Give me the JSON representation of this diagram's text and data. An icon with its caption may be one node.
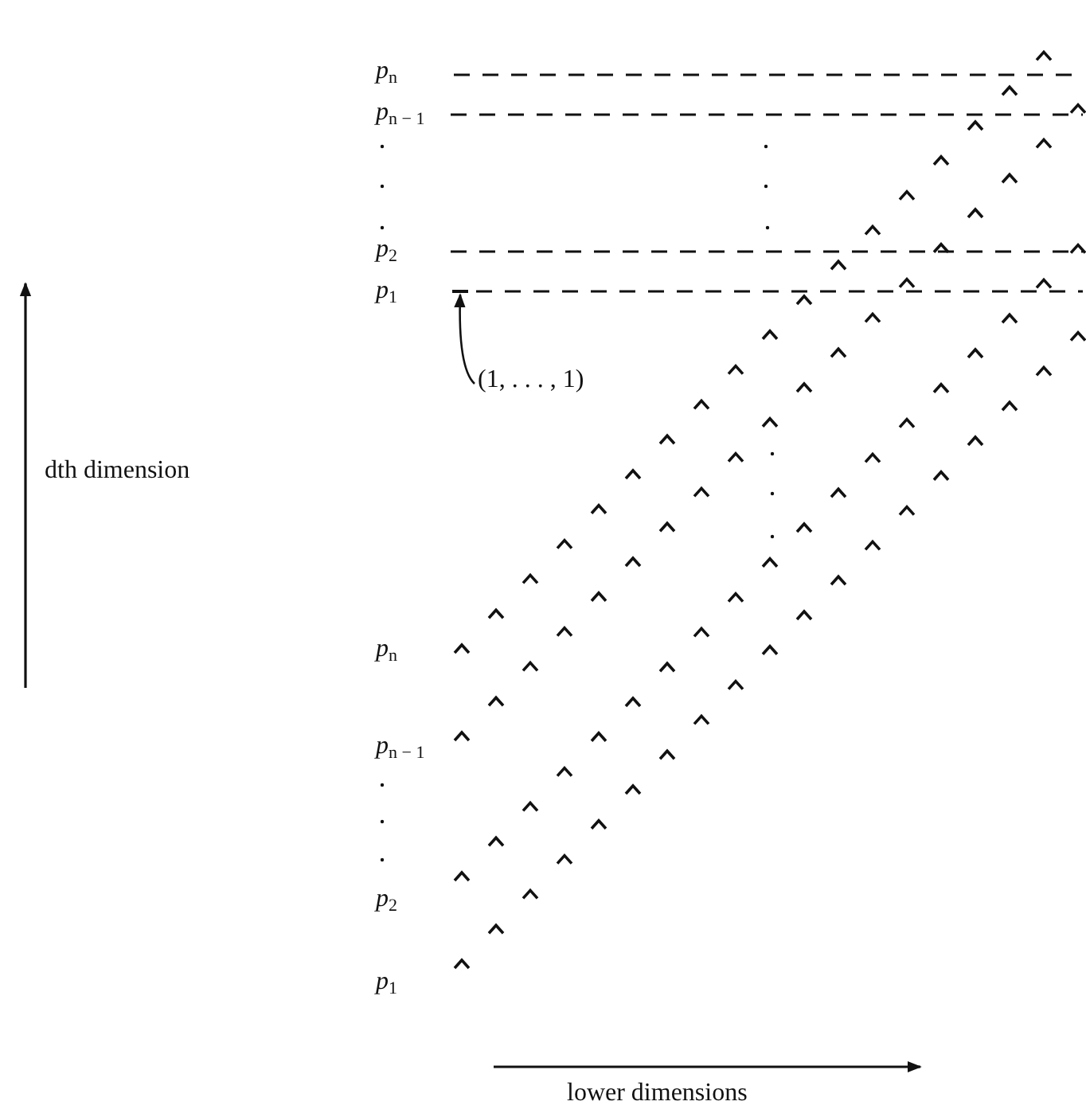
{
  "diagram": {
    "nodes": [
      {
        "text": [
          "(1, . . . , 1)"
        ]
      },
      {
        "text": [],
        "shape": "bar"
      }
    ],
    "edges": [
      {
        "from": 0,
        "to": 1,
        "arrow": "to"
      }
    ],
    "labels": [
      "*p*$_{n}$",
      "*p*$_{n − 1}$",
      "*p*$_{2}$",
      "*p*$_{1}$",
      "dth dimension",
      "*p*$_{n}$",
      "*p*$_{n − 1}$",
      "*p*$_{2}$",
      "*p*$_{1}$",
      "lower dimensions"
    ]
  }
}
